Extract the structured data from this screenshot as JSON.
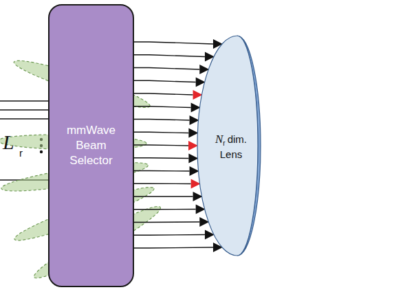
{
  "diagram": {
    "nodes": [
      {
        "text": [
          "mmWave Beam Selector"
        ]
      },
      {
        "text": [
          "N",
          "r",
          "dim. Lens"
        ]
      }
    ],
    "edges": [
      {
        "from": 0,
        "to": 1,
        "arrow": "none"
      },
      {
        "from": 0,
        "to": 1,
        "arrow": "none"
      },
      {
        "from": 0,
        "to": 1,
        "arrow": "none"
      },
      {
        "from": 0,
        "to": 1,
        "arrow": "none"
      },
      {
        "from": 0,
        "to": 1,
        "arrow": "none"
      },
      {
        "from": 0,
        "to": 1,
        "arrow": "none"
      },
      {
        "from": 0,
        "to": 1,
        "arrow": "none"
      },
      {
        "from": 0,
        "to": 1,
        "arrow": "none"
      },
      {
        "from": 0,
        "to": 1,
        "arrow": "none"
      },
      {
        "from": 0,
        "to": 1,
        "arrow": "none"
      },
      {
        "from": 0,
        "to": 1,
        "arrow": "none"
      },
      {
        "from": 0,
        "to": 1,
        "arrow": "none"
      },
      {
        "from": 0,
        "to": 1,
        "arrow": "none"
      },
      {
        "from": 0,
        "to": 1,
        "arrow": "none"
      },
      {
        "from": 0,
        "to": 1,
        "arrow": "none"
      },
      {
        "from": 0,
        "to": 1,
        "arrow": "none"
      },
      {
        "from": 0,
        "to": 1,
        "arrow": "none"
      }
    ],
    "labels": [
      "L",
      "r"
    ]
  }
}
